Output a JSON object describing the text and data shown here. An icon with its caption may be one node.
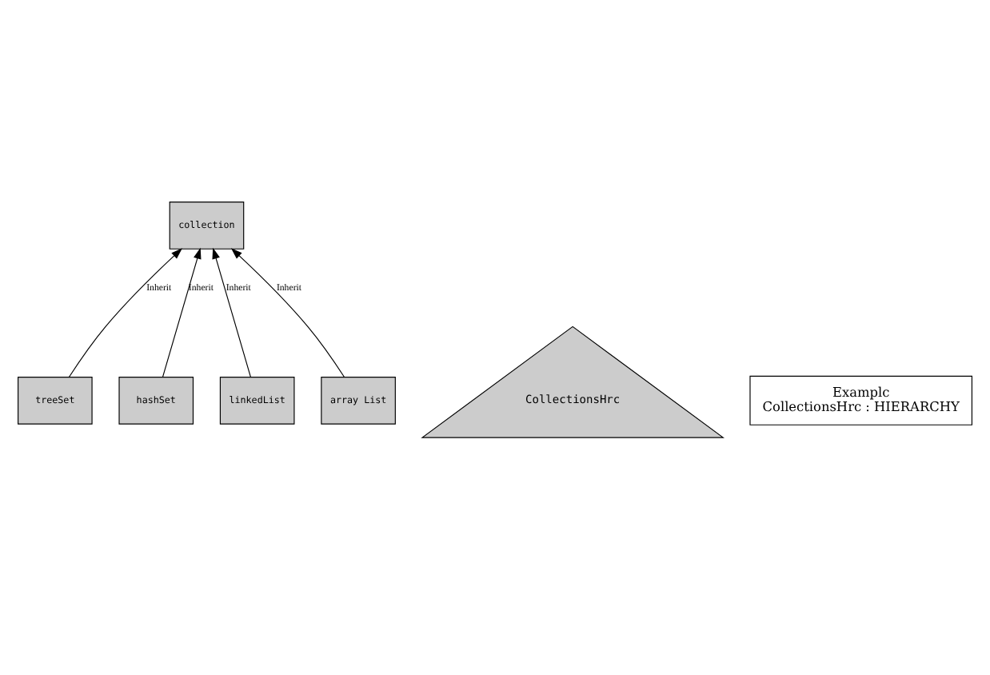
{
  "diagram": {
    "nodes": [
      {
        "text": [
          "collection"
        ]
      },
      {
        "text": [
          "treeSet"
        ]
      },
      {
        "text": [
          "hashSet"
        ]
      },
      {
        "text": [
          "linkedList"
        ]
      },
      {
        "text": [
          "array List"
        ]
      },
      {
        "text": [
          "CollectionsHrc"
        ]
      },
      {
        "text": [
          "Examplc",
          "CollectionsHrc : HIERARCHY"
        ]
      }
    ],
    "edges": [
      {
        "from": 1,
        "to": 0,
        "arrow": "to",
        "label": "Inherit"
      },
      {
        "from": 2,
        "to": 0,
        "arrow": "to",
        "label": "Inherit"
      },
      {
        "from": 3,
        "to": 0,
        "arrow": "to",
        "label": "Inherit"
      },
      {
        "from": 4,
        "to": 0,
        "arrow": "to",
        "label": "Inherit"
      }
    ]
  }
}
